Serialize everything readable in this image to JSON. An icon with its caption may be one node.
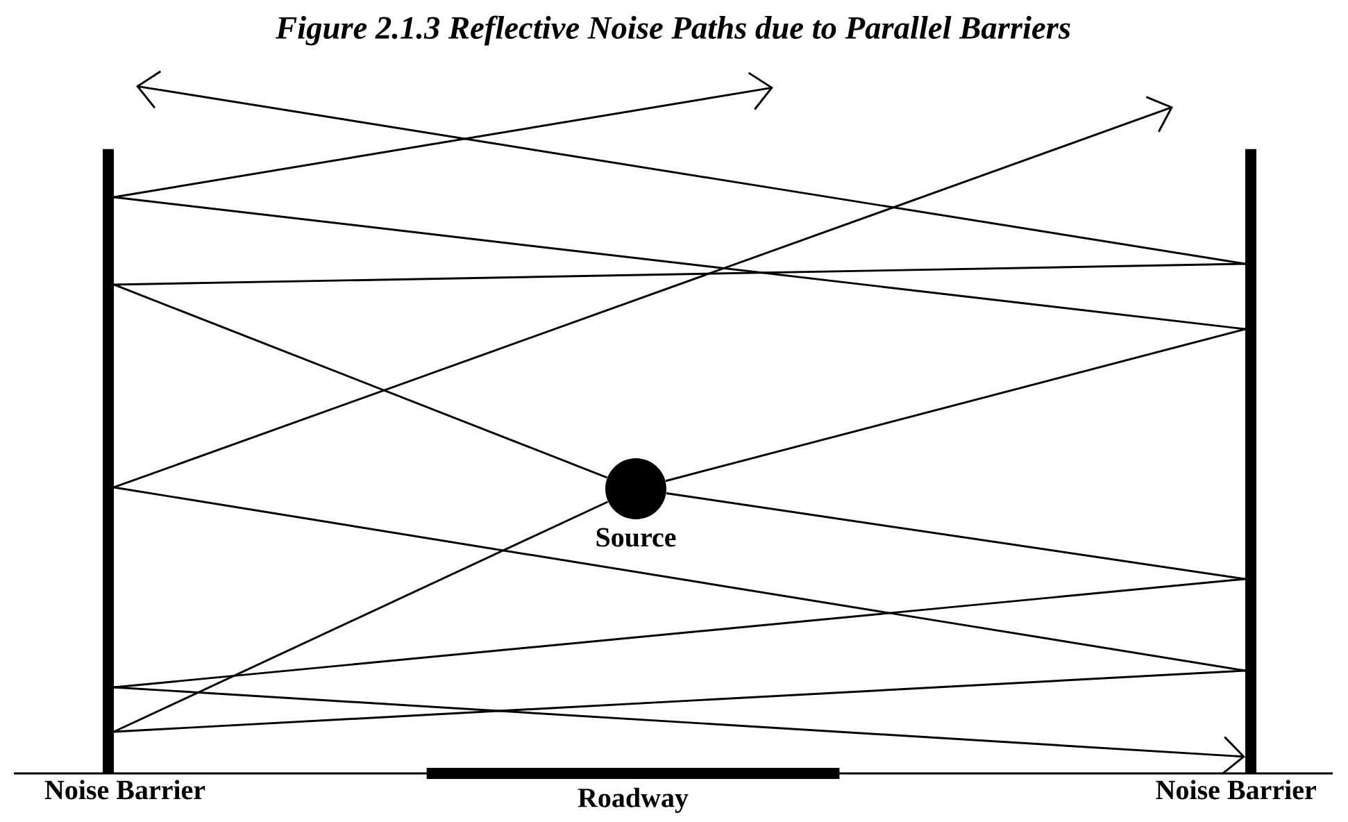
{
  "diagram": {
    "title": "Figure 2.1.3 Reflective Noise Paths due to Parallel Barriers",
    "nodes": [
      {
        "text": [
          "Noise Barrier"
        ]
      },
      {
        "text": [
          "Source"
        ]
      },
      {
        "text": [
          "Noise Barrier"
        ]
      },
      {
        "text": [
          "Roadway"
        ]
      }
    ],
    "edges": [
      {
        "from": 1,
        "to": 0,
        "arrow": "none"
      },
      {
        "from": 0,
        "to": 2,
        "arrow": "none"
      },
      {
        "from": 2,
        "to": null,
        "arrow": "to"
      },
      {
        "from": 1,
        "to": 2,
        "arrow": "none"
      },
      {
        "from": 2,
        "to": 0,
        "arrow": "none"
      },
      {
        "from": 0,
        "to": null,
        "arrow": "to"
      },
      {
        "from": 1,
        "to": 0,
        "arrow": "none"
      },
      {
        "from": 0,
        "to": 2,
        "arrow": "none"
      },
      {
        "from": 2,
        "to": 0,
        "arrow": "none"
      },
      {
        "from": 0,
        "to": null,
        "arrow": "to"
      },
      {
        "from": 1,
        "to": 2,
        "arrow": "none"
      },
      {
        "from": 2,
        "to": 0,
        "arrow": "none"
      },
      {
        "from": 0,
        "to": 2,
        "arrow": "to"
      }
    ]
  }
}
